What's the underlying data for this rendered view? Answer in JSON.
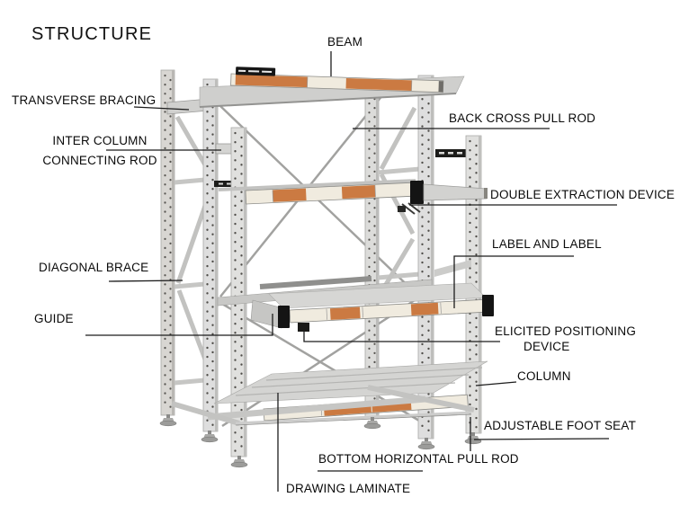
{
  "title": "STRUCTURE",
  "labels": {
    "beam": "BEAM",
    "transverse_bracing": "TRANSVERSE BRACING",
    "inter_column_line1": "INTER COLUMN",
    "inter_column_line2": "CONNECTING ROD",
    "back_cross_pull_rod": "BACK CROSS PULL ROD",
    "double_extraction_device": "DOUBLE EXTRACTION DEVICE",
    "label_and_label": "LABEL AND LABEL",
    "diagonal_brace": "DIAGONAL BRACE",
    "guide": "GUIDE",
    "elicited_line1": "ELICITED POSITIONING",
    "elicited_line2": "DEVICE",
    "column": "COLUMN",
    "adjustable_foot_seat": "ADJUSTABLE FOOT SEAT",
    "bottom_horizontal_pull_rod": "BOTTOM HORIZONTAL PULL ROD",
    "drawing_laminate": "DRAWING LAMINATE"
  },
  "colors": {
    "background": "#ffffff",
    "beam_orange": "#cb7a42",
    "beam_white": "#f0ebdf",
    "column_gray": "#dcdcda",
    "surface_gray": "#d2d2d0",
    "device_black": "#151515",
    "leader_line": "#1c1c1c",
    "text": "#0a0a0a"
  }
}
